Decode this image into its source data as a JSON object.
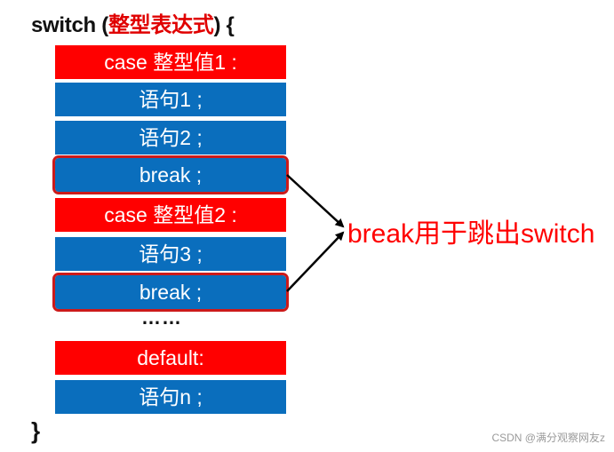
{
  "header": {
    "keyword": "switch",
    "open_paren": "(",
    "expression": "整型表达式",
    "close": ") {"
  },
  "blocks": [
    {
      "label": "case 整型值1 :",
      "color": "#ff0000"
    },
    {
      "label": "语句1 ;",
      "color": "#0a6ebd"
    },
    {
      "label": "语句2 ;",
      "color": "#0a6ebd"
    },
    {
      "label": "break ;",
      "color": "#0a6ebd",
      "highlighted": true
    },
    {
      "label": "case 整型值2 :",
      "color": "#ff0000"
    },
    {
      "label": "语句3 ;",
      "color": "#0a6ebd"
    },
    {
      "label": "break ;",
      "color": "#0a6ebd",
      "highlighted": true
    },
    {
      "label": "default:",
      "color": "#ff0000"
    },
    {
      "label": "语句n ;",
      "color": "#0a6ebd"
    }
  ],
  "ellipsis": "……",
  "closing_brace": "}",
  "annotation": "break用于跳出switch",
  "watermark": "CSDN @满分观察网友z",
  "colors": {
    "case_block": "#ff0000",
    "statement_block": "#0a6ebd",
    "annotation": "#ff0000",
    "highlight_border": "#cc1a1a"
  }
}
